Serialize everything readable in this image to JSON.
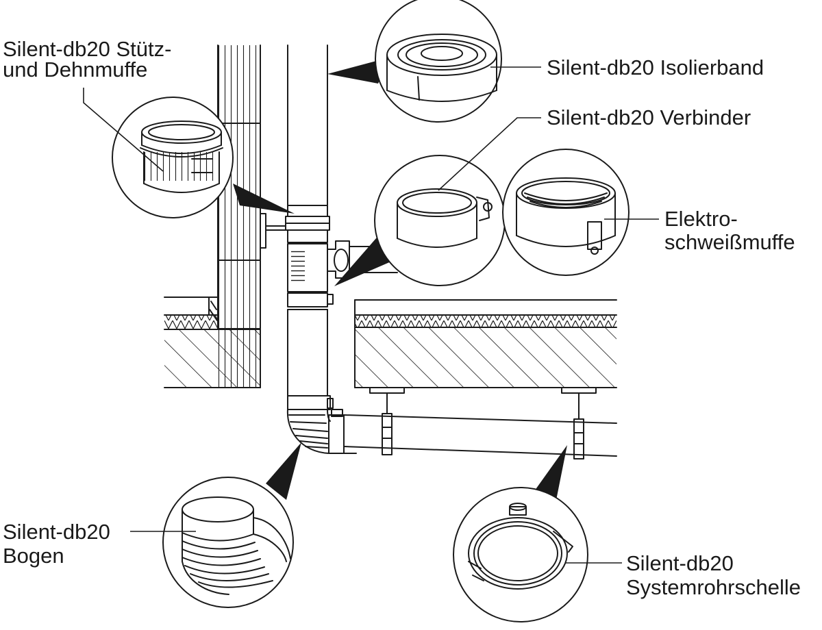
{
  "labels": {
    "stuetzmuffe": [
      "Silent-db20 Stütz-",
      "und Dehnmuffe"
    ],
    "isolierband": [
      "Silent-db20 Isolierband"
    ],
    "verbinder": [
      "Silent-db20 Verbinder"
    ],
    "elektro": [
      "Elektro-",
      "schweißmuffe"
    ],
    "bogen": [
      "Silent-db20",
      "Bogen"
    ],
    "rohrschelle": [
      "Silent-db20",
      "Systemrohrschelle"
    ]
  },
  "colors": {
    "line": "#1a1a1a",
    "background": "#ffffff"
  }
}
